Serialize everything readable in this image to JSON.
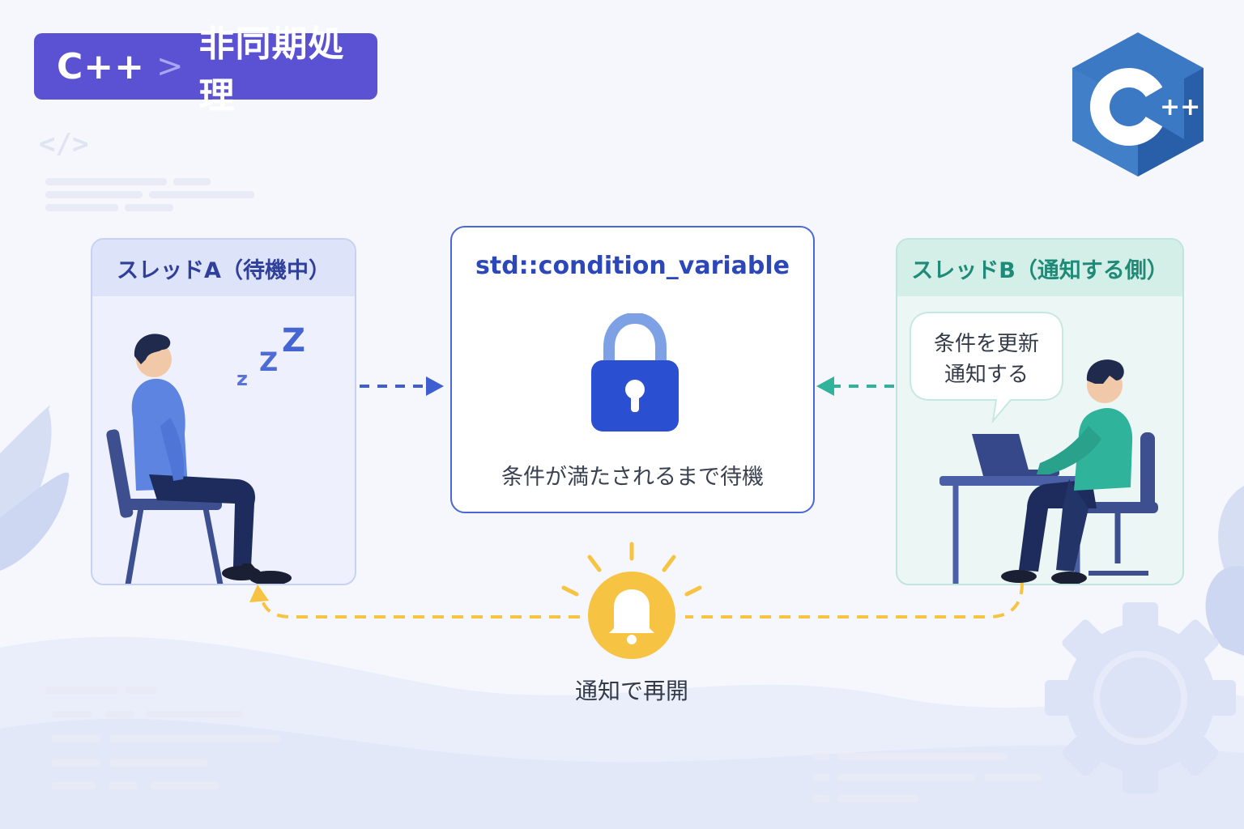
{
  "breadcrumb": {
    "parent": "C++",
    "separator": ">",
    "current": "非同期処理"
  },
  "logo": {
    "icon": "cpp-logo-icon",
    "text": "C",
    "suffix": "++",
    "color": "#3c79c4"
  },
  "code_icon": "</>",
  "thread_a": {
    "title": "スレッドA（待機中）",
    "state_icon": "sleeping-person-icon",
    "sleep_letters": "zZZ"
  },
  "condition_variable": {
    "title": "std::condition_variable",
    "icon": "lock-icon",
    "caption": "条件が満たされるまで待機"
  },
  "thread_b": {
    "title": "スレッドB（通知する側）",
    "speech": [
      "条件を更新",
      "通知する"
    ],
    "icon": "person-at-laptop-icon"
  },
  "notify": {
    "icon": "bell-icon",
    "label": "通知で再開"
  },
  "colors": {
    "accent": "#5b52d3",
    "thread_a": "#3f5fd0",
    "thread_b": "#2fb39b",
    "notify": "#f6c343",
    "lock": "#2a4fd0"
  }
}
